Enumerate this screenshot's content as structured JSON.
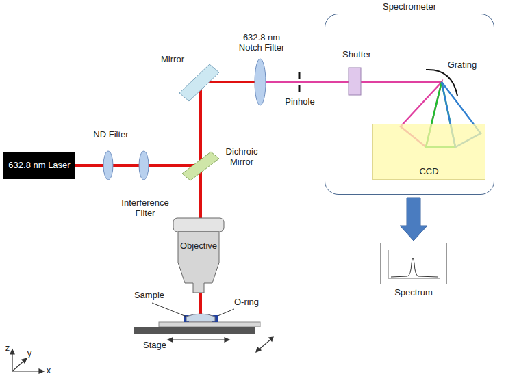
{
  "diagram": {
    "nodes": [
      {
        "text": [
          "632.8 nm Laser"
        ]
      },
      {
        "text": [
          "Objective"
        ]
      },
      {
        "text": [
          "Spectrometer"
        ]
      },
      {
        "text": [
          "Shutter"
        ],
        "in": 2
      },
      {
        "text": [
          "CCD"
        ],
        "in": 2
      },
      {
        "text": [
          "Spectrum"
        ]
      }
    ],
    "edges": [
      {
        "from": 2,
        "to": 5,
        "arrow": "to"
      }
    ],
    "labels": [
      "ND Filter",
      "Interference Filter",
      "Mirror",
      "Dichroic Mirror",
      "632.8 nm Notch Filter",
      "Pinhole",
      "Grating",
      "Sample",
      "O-ring",
      "Stage",
      "z",
      "y",
      "x"
    ]
  }
}
